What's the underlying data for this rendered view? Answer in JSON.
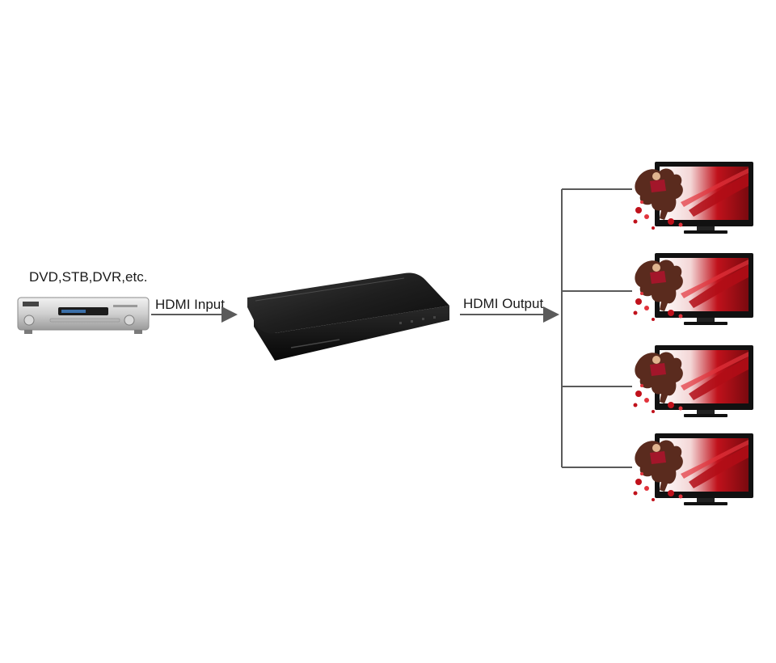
{
  "source": {
    "label": "DVD,STB,DVR,etc."
  },
  "input": {
    "label": "HDMI Input"
  },
  "output": {
    "label": "HDMI Output"
  },
  "colors": {
    "line": "#5a5a5a",
    "device_body": "#1c1c1c",
    "tv_frame": "#111111",
    "screen_accent": "#c0111b"
  },
  "icons": [
    "dvd-player-icon",
    "hdmi-splitter-icon",
    "tv-icon"
  ]
}
